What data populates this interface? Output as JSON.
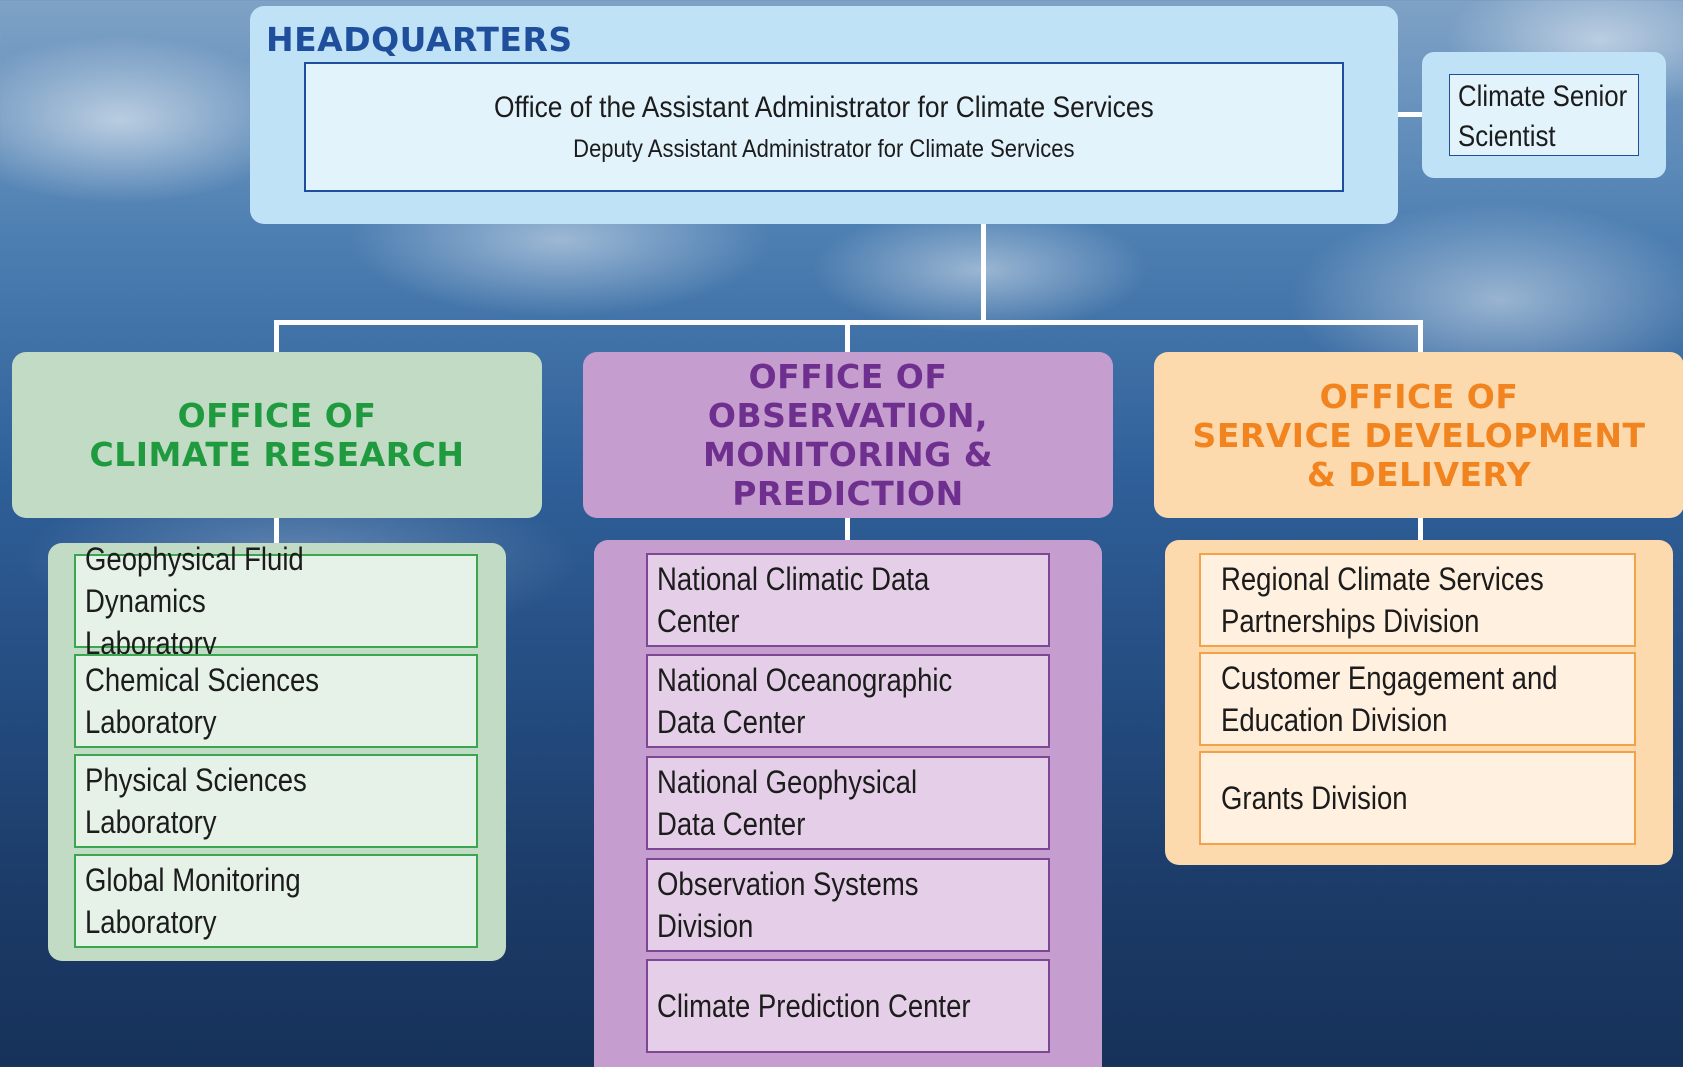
{
  "headquarters": {
    "title": "HEADQUARTERS",
    "office_line1": "Office of the Assistant Administrator for Climate Services",
    "office_line2": "Deputy Assistant Administrator for Climate Services",
    "senior_scientist_line1": "Climate Senior",
    "senior_scientist_line2": "Scientist"
  },
  "offices": [
    {
      "title": "OFFICE OF\nCLIMATE RESEARCH",
      "color": "#1f9a3f",
      "units": [
        "Geophysical Fluid Dynamics\nLaboratory",
        "Chemical Sciences Laboratory",
        "Physical Sciences Laboratory",
        "Global Monitoring Laboratory"
      ]
    },
    {
      "title": "OFFICE OF\nOBSERVATION,\nMONITORING &\nPREDICTION",
      "color": "#6f2f8f",
      "units": [
        "National Climatic Data Center",
        "National Oceanographic\nData Center",
        "National Geophysical\nData Center",
        "Observation Systems Division",
        "Climate Prediction Center"
      ]
    },
    {
      "title": "OFFICE OF\nSERVICE DEVELOPMENT\n& DELIVERY",
      "color": "#f1841f",
      "units": [
        "Regional Climate Services\nPartnerships Division",
        "Customer Engagement and\nEducation Division",
        "Grants Division"
      ]
    }
  ]
}
